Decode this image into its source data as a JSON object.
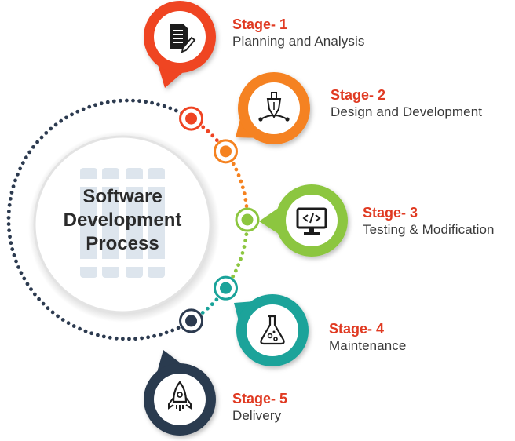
{
  "center": {
    "line1": "Software",
    "line2": "Development",
    "line3": "Process"
  },
  "colors": {
    "stage_label": "#e03a22",
    "description": "#3a3a3a",
    "stage1": "#ef4423",
    "stage2": "#f58220",
    "stage3": "#8cc63f",
    "stage4": "#1aa39a",
    "stage5": "#2c3a4f"
  },
  "stages": [
    {
      "label": "Stage- 1",
      "description": "Planning and Analysis",
      "icon": "document-edit-icon"
    },
    {
      "label": "Stage- 2",
      "description": "Design and Development",
      "icon": "pen-tool-icon"
    },
    {
      "label": "Stage- 3",
      "description": "Testing & Modification",
      "icon": "monitor-code-icon"
    },
    {
      "label": "Stage- 4",
      "description": "Maintenance",
      "icon": "flask-icon"
    },
    {
      "label": "Stage- 5",
      "description": "Delivery",
      "icon": "rocket-icon"
    }
  ]
}
